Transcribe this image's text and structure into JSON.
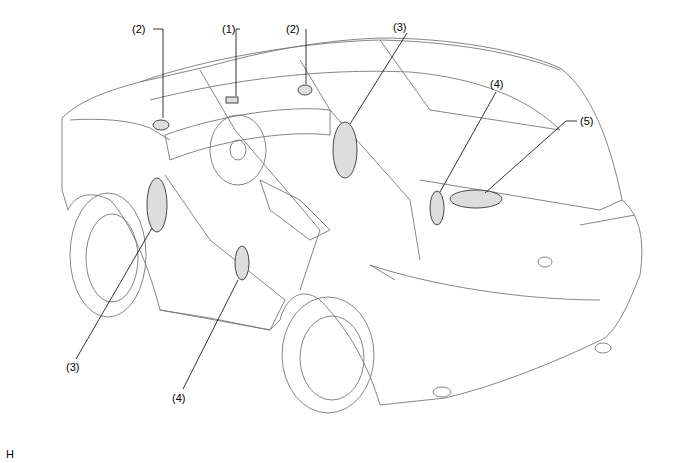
{
  "diagram": {
    "labels": [
      "(2)",
      "(1)",
      "(2)",
      "(3)",
      "(4)",
      "(5)",
      "(3)",
      "(4)",
      "H"
    ]
  }
}
